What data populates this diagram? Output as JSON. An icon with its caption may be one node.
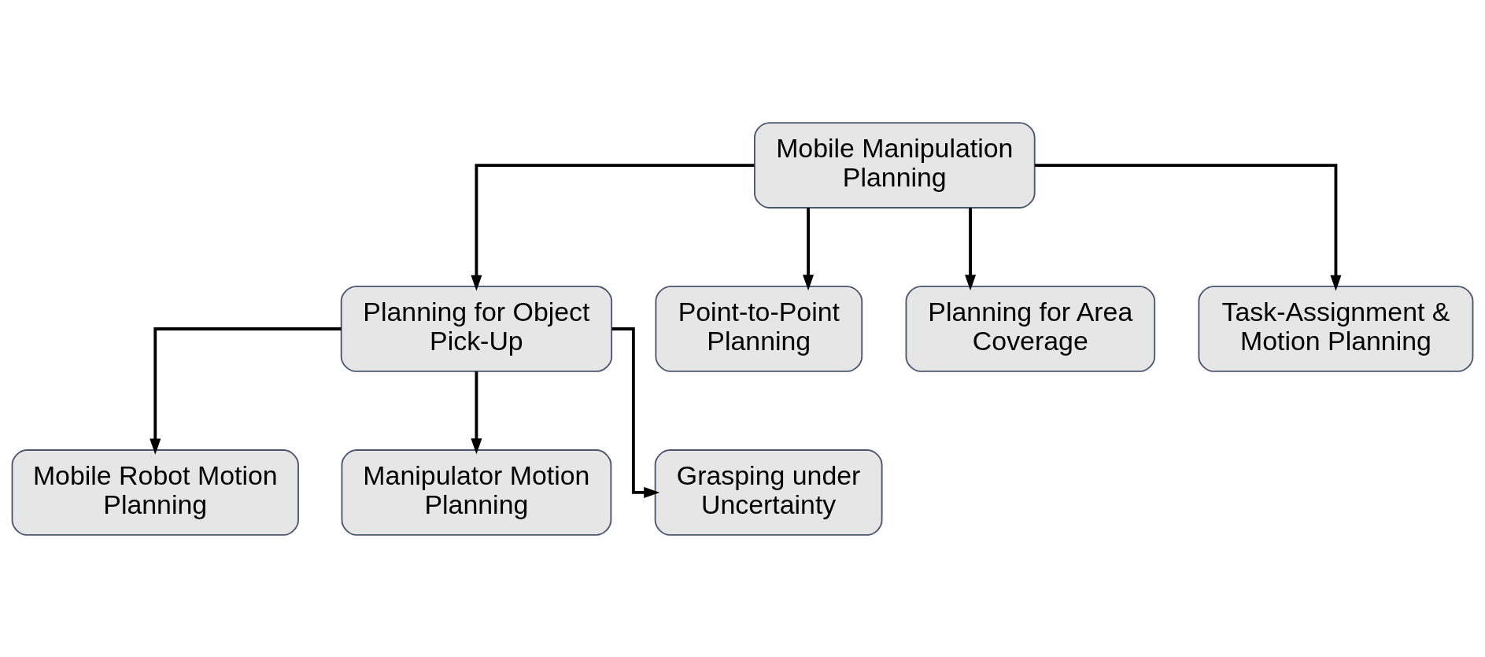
{
  "diagram": {
    "nodes": [
      {
        "text": [
          "Mobile Manipulation Planning"
        ]
      },
      {
        "text": [
          "Planning for Object Pick-Up"
        ]
      },
      {
        "text": [
          "Point-to-Point Planning"
        ]
      },
      {
        "text": [
          "Planning for Area Coverage"
        ]
      },
      {
        "text": [
          "Task-Assignment & Motion Planning"
        ]
      },
      {
        "text": [
          "Mobile Robot Motion Planning"
        ]
      },
      {
        "text": [
          "Manipulator Motion Planning"
        ]
      },
      {
        "text": [
          "Grasping under Uncertainty"
        ]
      }
    ],
    "edges": [
      {
        "from": 0,
        "to": 1,
        "arrow": "to"
      },
      {
        "from": 0,
        "to": 2,
        "arrow": "to"
      },
      {
        "from": 0,
        "to": 3,
        "arrow": "to"
      },
      {
        "from": 0,
        "to": 4,
        "arrow": "to"
      },
      {
        "from": 1,
        "to": 5,
        "arrow": "to"
      },
      {
        "from": 1,
        "to": 6,
        "arrow": "to"
      },
      {
        "from": 1,
        "to": 7,
        "arrow": "to"
      }
    ]
  }
}
